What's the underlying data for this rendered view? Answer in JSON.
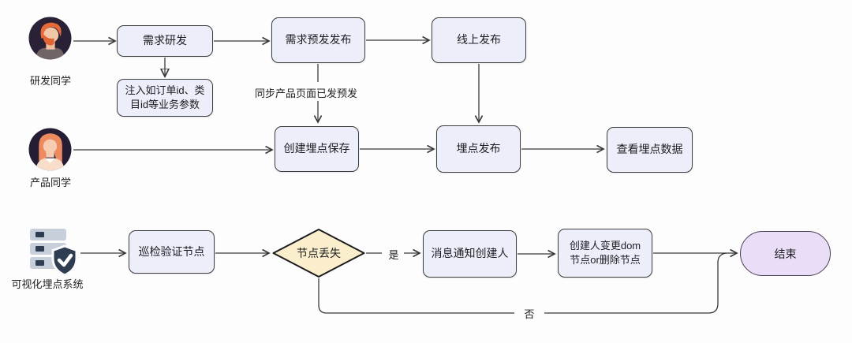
{
  "colors": {
    "canvas_bg": "#fdfdfd",
    "box_fill": "#eceffa",
    "box_border": "#3d3d3d",
    "diamond_fill": "#faeecd",
    "diamond_border": "#1c1c1c",
    "end_fill": "#e9ddf8",
    "end_border": "#4a4051",
    "arrow": "#3a3a3a"
  },
  "actors": {
    "developer": {
      "label": "研发同学",
      "icon": "developer-avatar"
    },
    "product": {
      "label": "产品同学",
      "icon": "product-avatar"
    },
    "system": {
      "label": "可视化埋点系统",
      "icon": "server-with-shield-check"
    }
  },
  "nodes": {
    "req_dev": {
      "label": "需求研发"
    },
    "pre_release": {
      "label": "需求预发发布"
    },
    "online_release": {
      "label": "线上发布"
    },
    "inject_params": {
      "label": "注入如订单id、类目id等业务参数"
    },
    "create_point": {
      "label": "创建埋点保存"
    },
    "point_release": {
      "label": "埋点发布"
    },
    "view_data": {
      "label": "查看埋点数据"
    },
    "inspect": {
      "label": "巡检验证节点"
    },
    "node_lost": {
      "label": "节点丢失"
    },
    "notify_creator": {
      "label": "消息通知创建人"
    },
    "change_dom": {
      "label": "创建人变更dom节点or删除节点"
    },
    "end": {
      "label": "结束"
    }
  },
  "edge_labels": {
    "sync": "同步产品页面已发预发",
    "yes": "是",
    "no": "否"
  }
}
